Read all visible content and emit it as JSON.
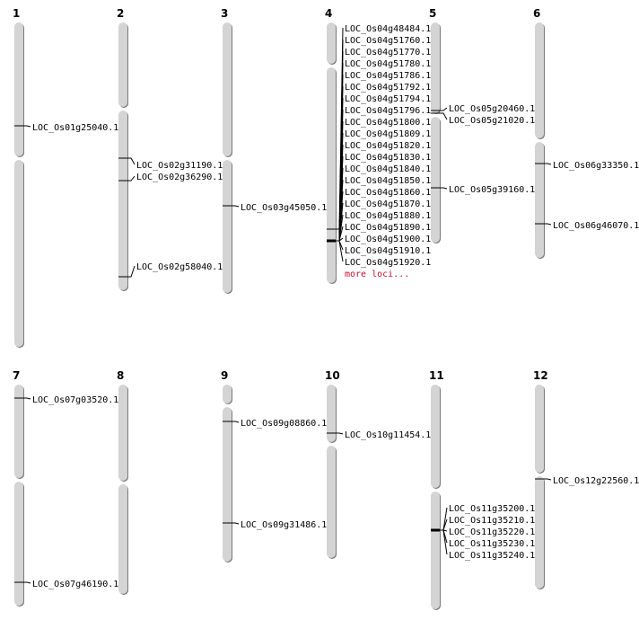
{
  "colors": {
    "chromosome": "#d4d4d4",
    "chromosome_shadow": "#7a7a7a",
    "marker": "#000000",
    "more_link": "#c8102e"
  },
  "chromosomes": [
    {
      "name": "1",
      "loci": [
        "LOC_Os01g25040.1"
      ]
    },
    {
      "name": "2",
      "loci": [
        "LOC_Os02g31190.1",
        "LOC_Os02g36290.1",
        "LOC_Os02g58040.1"
      ]
    },
    {
      "name": "3",
      "loci": [
        "LOC_Os03g45050.1"
      ]
    },
    {
      "name": "4",
      "loci": [
        "LOC_Os04g48484.1",
        "LOC_Os04g51760.1",
        "LOC_Os04g51770.1",
        "LOC_Os04g51780.1",
        "LOC_Os04g51786.1",
        "LOC_Os04g51792.1",
        "LOC_Os04g51794.1",
        "LOC_Os04g51796.1",
        "LOC_Os04g51800.1",
        "LOC_Os04g51809.1",
        "LOC_Os04g51820.1",
        "LOC_Os04g51830.1",
        "LOC_Os04g51840.1",
        "LOC_Os04g51850.1",
        "LOC_Os04g51860.1",
        "LOC_Os04g51870.1",
        "LOC_Os04g51880.1",
        "LOC_Os04g51890.1",
        "LOC_Os04g51900.1",
        "LOC_Os04g51910.1",
        "LOC_Os04g51920.1"
      ],
      "more_label": "more loci..."
    },
    {
      "name": "5",
      "loci": [
        "LOC_Os05g20460.1",
        "LOC_Os05g21020.1",
        "LOC_Os05g39160.1"
      ]
    },
    {
      "name": "6",
      "loci": [
        "LOC_Os06g33350.1",
        "LOC_Os06g46070.1"
      ]
    },
    {
      "name": "7",
      "loci": [
        "LOC_Os07g03520.1",
        "LOC_Os07g46190.1"
      ]
    },
    {
      "name": "8",
      "loci": []
    },
    {
      "name": "9",
      "loci": [
        "LOC_Os09g08860.1",
        "LOC_Os09g31486.1"
      ]
    },
    {
      "name": "10",
      "loci": [
        "LOC_Os10g11454.1"
      ]
    },
    {
      "name": "11",
      "loci": [
        "LOC_Os11g35200.1",
        "LOC_Os11g35210.1",
        "LOC_Os11g35220.1",
        "LOC_Os11g35230.1",
        "LOC_Os11g35240.1"
      ]
    },
    {
      "name": "12",
      "loci": [
        "LOC_Os12g22560.1"
      ]
    }
  ]
}
